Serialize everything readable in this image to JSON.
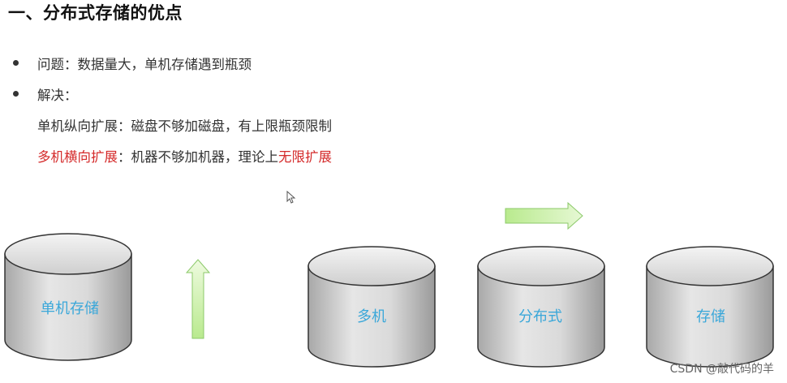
{
  "title": "一、分布式存储的优点",
  "bullets": [
    {
      "label": "问题：数据量大，单机存储遇到瓶颈"
    },
    {
      "label": "解决："
    }
  ],
  "solutions": [
    {
      "name": "单机纵向扩展",
      "separator": "：",
      "description": "磁盘不够加磁盘，有上限瓶颈限制",
      "highlight": ""
    },
    {
      "name": "多机横向扩展",
      "separator": "：",
      "description": "机器不够加机器，理论上",
      "highlight": "无限扩展"
    }
  ],
  "diagram": {
    "cylinders": [
      {
        "label": "单机存储"
      },
      {
        "label": "多机"
      },
      {
        "label": "分布式"
      },
      {
        "label": "存储"
      }
    ],
    "arrows": [
      {
        "direction": "up"
      },
      {
        "direction": "right"
      }
    ]
  },
  "watermark": "CSDN @敲代码的羊",
  "colors": {
    "accent_red": "#d42a2a",
    "cylinder_label": "#3aa7d9",
    "arrow_fill": "#c9f0a8"
  }
}
